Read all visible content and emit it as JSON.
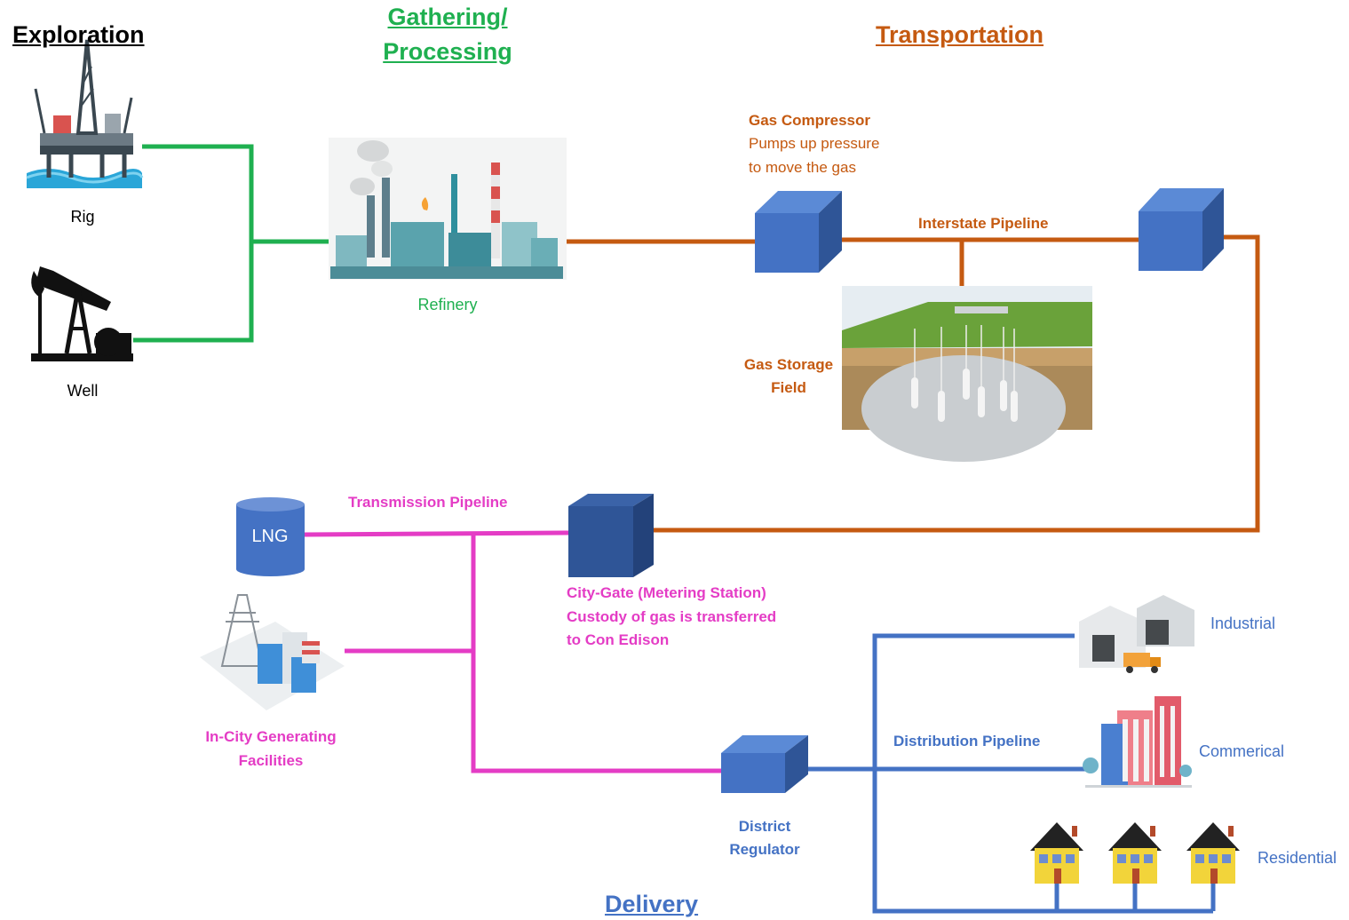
{
  "headers": {
    "exploration": "Exploration",
    "gathering_1": "Gathering/",
    "gathering_2": "Processing",
    "transportation": "Transportation",
    "delivery": "Delivery"
  },
  "labels": {
    "rig": "Rig",
    "well": "Well",
    "refinery": "Refinery",
    "compressor_title": "Gas Compressor",
    "compressor_desc_1": "Pumps up pressure",
    "compressor_desc_2": "to move the gas",
    "interstate_pipeline": "Interstate Pipeline",
    "storage_1": "Gas Storage",
    "storage_2": "Field",
    "transmission_pipeline": "Transmission Pipeline",
    "lng": "LNG",
    "citygate_1": "City-Gate (Metering Station)",
    "citygate_2": "Custody of gas is transferred",
    "citygate_3": "to Con Edison",
    "generating_1": "In-City Generating",
    "generating_2": "Facilities",
    "distribution_pipeline": "Distribution Pipeline",
    "regulator_1": "District",
    "regulator_2": "Regulator",
    "industrial": "Industrial",
    "commercial": "Commerical",
    "residential": "Residential"
  },
  "colors": {
    "exploration": "#000000",
    "gathering": "#1fb050",
    "transportation": "#c55a11",
    "transmission": "#e43cc5",
    "delivery": "#4472c4",
    "cube_front": "#4472c4",
    "cube_dark": "#2f5597",
    "citygate_front": "#2f5597"
  },
  "icons": [
    "oil-rig-icon",
    "pumpjack-icon",
    "refinery-icon",
    "storage-field-icon",
    "lng-tank-icon",
    "power-plant-icon",
    "industrial-building-icon",
    "commercial-building-icon",
    "house-icon"
  ]
}
